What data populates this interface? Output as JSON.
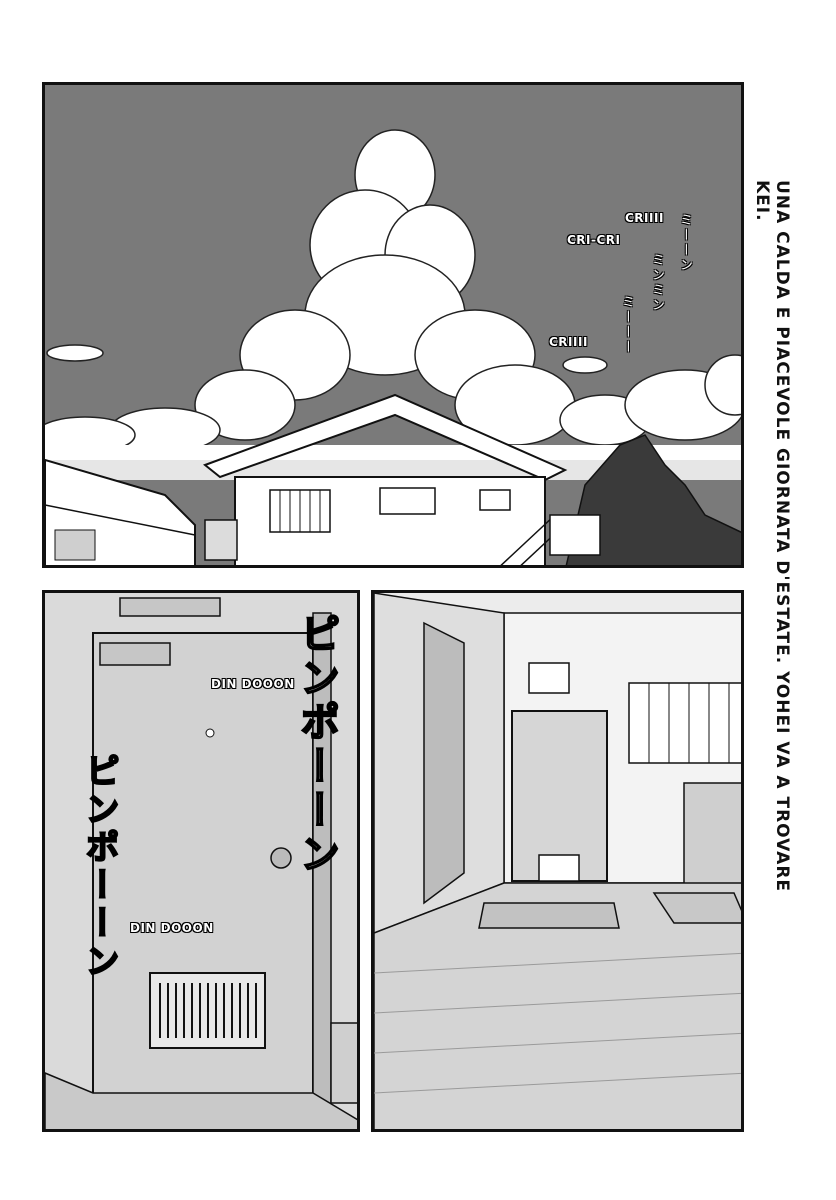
{
  "caption": "UNA CALDA E PIACEVOLE GIORNATA D'ESTATE. YOHEI VA A TROVARE KEI.",
  "panel_top": {
    "sfx": [
      "CRIIII",
      "CRI-CRI",
      "CRIIII"
    ],
    "jp_sfx": [
      "ミーーン",
      "ミンミン",
      "ミーーー"
    ]
  },
  "panel_door": {
    "sfx": [
      "DIN DOOON",
      "DIN DOOON"
    ],
    "jp_sfx": [
      "ピンポーーン",
      "ピンポーーン"
    ]
  }
}
